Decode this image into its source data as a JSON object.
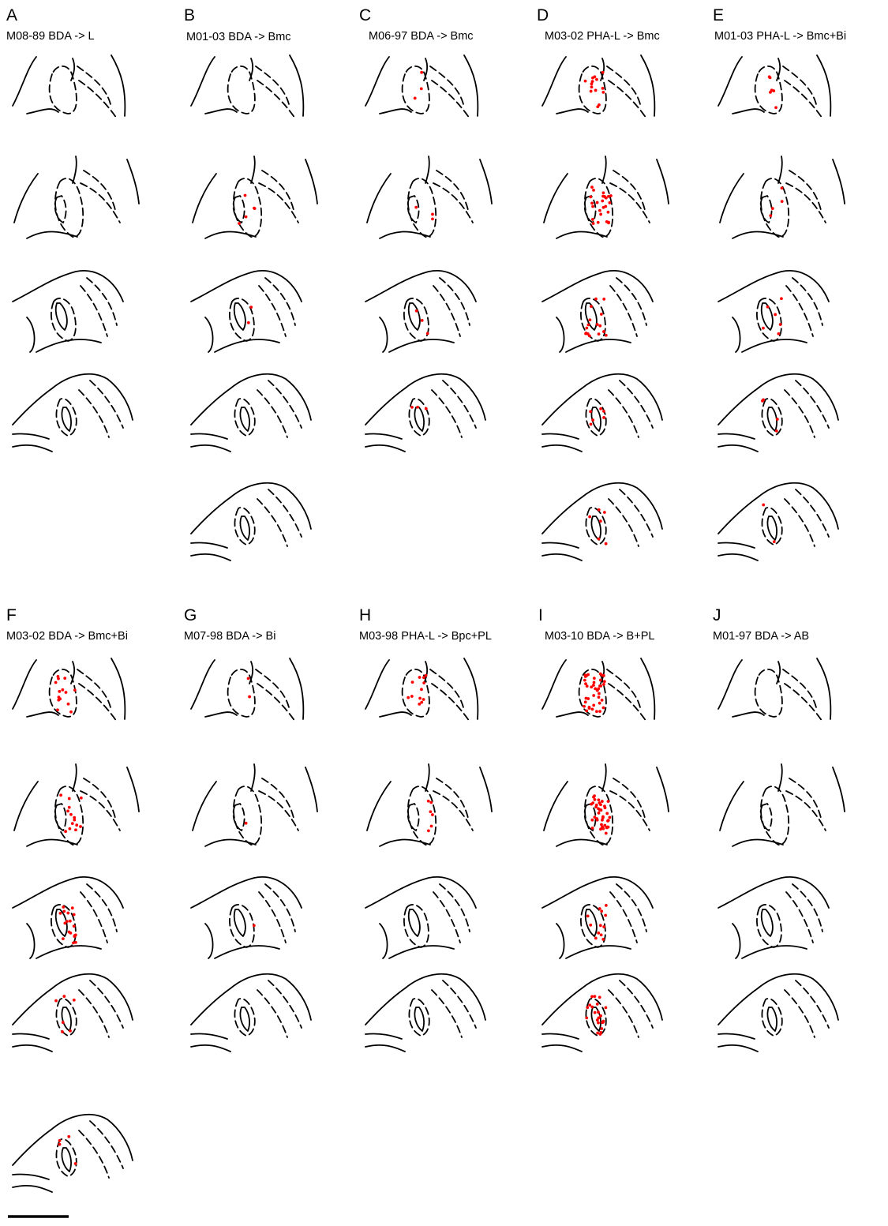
{
  "panels": [
    {
      "letter": "A",
      "label": "M08-89 BDA -> L",
      "sections": 4
    },
    {
      "letter": "B",
      "label": "M01-03 BDA -> Bmc",
      "sections": 5
    },
    {
      "letter": "C",
      "label": "M06-97 BDA -> Bmc",
      "sections": 4
    },
    {
      "letter": "D",
      "label": "M03-02 PHA-L -> Bmc",
      "sections": 5
    },
    {
      "letter": "E",
      "label": "M01-03 PHA-L -> Bmc+Bi",
      "sections": 5
    },
    {
      "letter": "F",
      "label": "M03-02 BDA -> Bmc+Bi",
      "sections": 5
    },
    {
      "letter": "G",
      "label": "M07-98 BDA -> Bi",
      "sections": 4
    },
    {
      "letter": "H",
      "label": "M03-98 PHA-L -> Bpc+PL",
      "sections": 4
    },
    {
      "letter": "I",
      "label": "M03-10 BDA -> B+PL",
      "sections": 4
    },
    {
      "letter": "J",
      "label": "M01-97 BDA -> AB",
      "sections": 4
    }
  ],
  "colors": {
    "label_dots": "#ff0000",
    "outline": "#000000"
  }
}
